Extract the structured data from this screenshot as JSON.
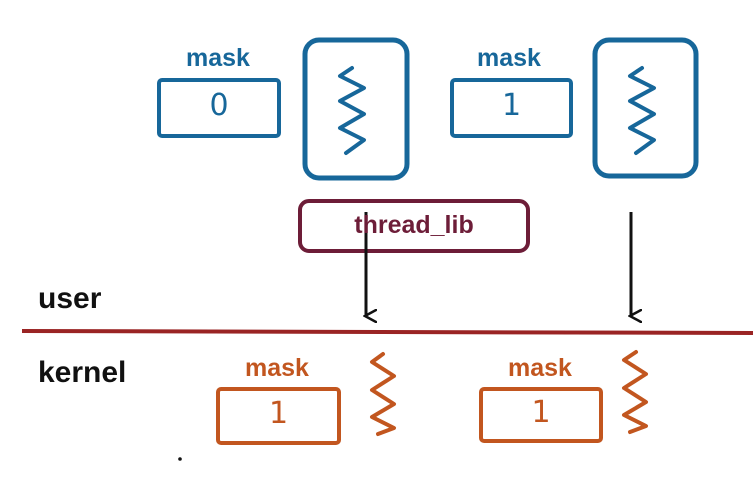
{
  "colors": {
    "user_blue": "#17679a",
    "kernel_orange": "#c2561f",
    "lib_maroon": "#6d1d38",
    "divider": "#9a2424",
    "arrow": "#111111"
  },
  "user_threads": [
    {
      "mask_label": "mask",
      "mask_value": "0",
      "icon": "thread-squiggle-icon"
    },
    {
      "mask_label": "mask",
      "mask_value": "1",
      "icon": "thread-squiggle-icon"
    }
  ],
  "thread_lib": {
    "label": "thread_lib"
  },
  "regions": {
    "user": "user",
    "kernel": "kernel"
  },
  "kernel_threads": [
    {
      "mask_label": "mask",
      "mask_value": "1",
      "icon": "thread-squiggle-icon"
    },
    {
      "mask_label": "mask",
      "mask_value": "1",
      "icon": "thread-squiggle-icon"
    }
  ]
}
